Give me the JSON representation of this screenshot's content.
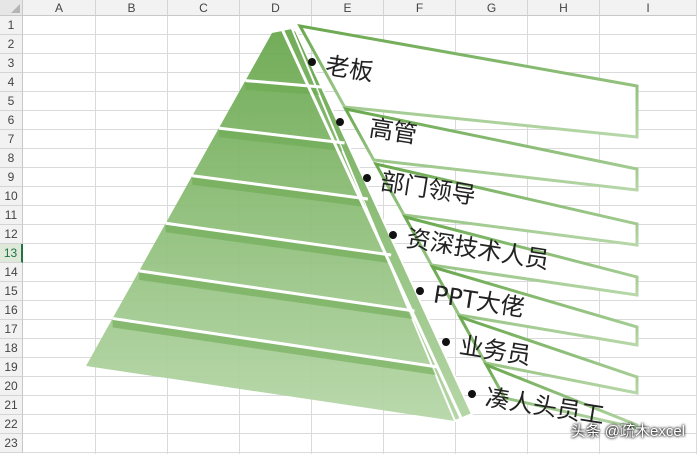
{
  "spreadsheet": {
    "columns": [
      "A",
      "B",
      "C",
      "D",
      "E",
      "F",
      "G",
      "H",
      "I"
    ],
    "rows": [
      "1",
      "2",
      "3",
      "4",
      "5",
      "6",
      "7",
      "8",
      "9",
      "10",
      "11",
      "12",
      "13",
      "14",
      "15",
      "16",
      "17",
      "18",
      "19",
      "20",
      "21",
      "22",
      "23"
    ],
    "selected_row": "13"
  },
  "pyramid": {
    "levels": [
      {
        "label": "老板"
      },
      {
        "label": "高管"
      },
      {
        "label": "部门领导"
      },
      {
        "label": "资深技术人员"
      },
      {
        "label": "PPT大佬"
      },
      {
        "label": "业务员"
      },
      {
        "label": "凑人头员工"
      }
    ],
    "colors": {
      "dark_green": "#6aa84f",
      "light_green": "#b6d7a8",
      "outline": "#93c47d"
    }
  },
  "watermark": "头条 @疏木excel"
}
